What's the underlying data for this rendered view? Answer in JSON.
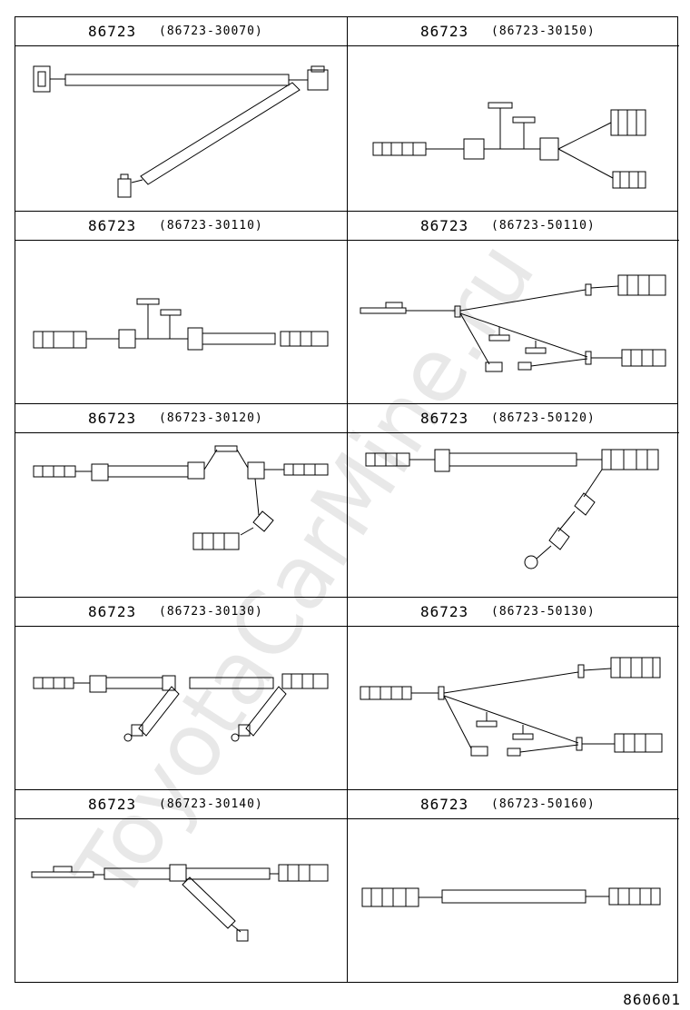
{
  "cells": [
    {
      "part": "86723",
      "sub": "(86723-30070)"
    },
    {
      "part": "86723",
      "sub": "(86723-30150)"
    },
    {
      "part": "86723",
      "sub": "(86723-30110)"
    },
    {
      "part": "86723",
      "sub": "(86723-50110)"
    },
    {
      "part": "86723",
      "sub": "(86723-30120)"
    },
    {
      "part": "86723",
      "sub": "(86723-50120)"
    },
    {
      "part": "86723",
      "sub": "(86723-30130)"
    },
    {
      "part": "86723",
      "sub": "(86723-50130)"
    },
    {
      "part": "86723",
      "sub": "(86723-30140)"
    },
    {
      "part": "86723",
      "sub": "(86723-50160)"
    }
  ],
  "footer": "860601",
  "watermark": "ToyotaCarMine.ru"
}
